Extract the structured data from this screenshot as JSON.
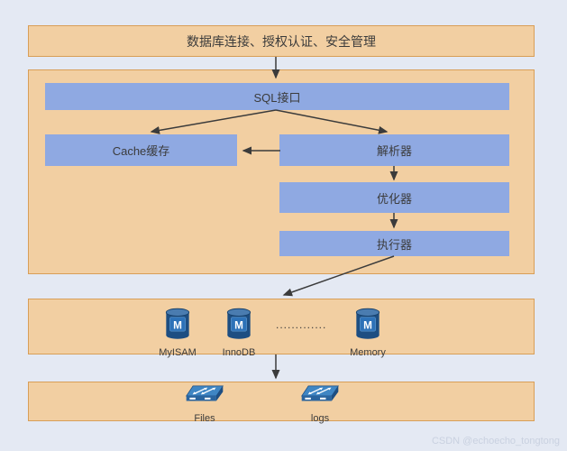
{
  "diagram": {
    "top_box_label": "数据库连接、授权认证、安全管理",
    "sql_interface_label": "SQL接口",
    "cache_label": "Cache缓存",
    "parser_label": "解析器",
    "optimizer_label": "优化器",
    "executor_label": "执行器",
    "engines": {
      "myisam_label": "MyISAM",
      "innodb_label": "InnoDB",
      "ellipsis": ".............",
      "memory_label": "Memory"
    },
    "files_label": "Files",
    "logs_label": "logs",
    "watermark": "CSDN @echoecho_tongtong"
  },
  "colors": {
    "background": "#E4E9F3",
    "box_fill": "#F2CFA2",
    "box_border": "#D89E57",
    "bar_fill": "#8FA9E2",
    "text": "#3B3B3B",
    "arrow": "#3B3B3B",
    "engine_icon_dark": "#1D4E82",
    "engine_icon_badge": "#2D72B8",
    "engine_icon_top": "#4A7CB0",
    "switch_icon_top": "#3F86C4",
    "watermark_gray": "#C9D1E0"
  }
}
